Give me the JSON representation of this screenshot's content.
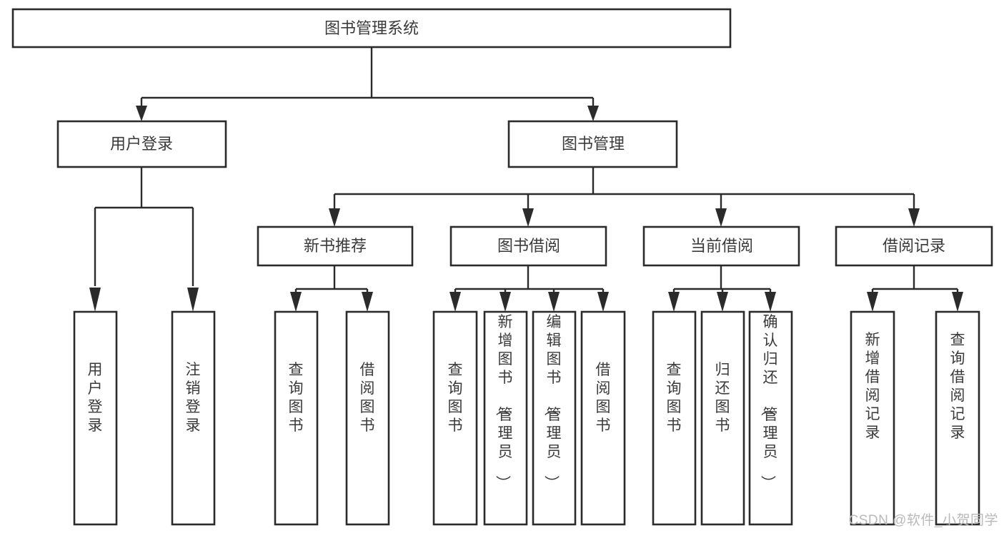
{
  "diagram": {
    "title": "图书管理系统",
    "type": "tree-hierarchy",
    "levels": 4,
    "root": {
      "id": "root",
      "label": "图书管理系统",
      "orientation": "horizontal"
    },
    "level2": [
      {
        "id": "user-login",
        "label": "用户登录",
        "orientation": "horizontal"
      },
      {
        "id": "book-manage",
        "label": "图书管理",
        "orientation": "horizontal"
      }
    ],
    "level3": [
      {
        "id": "new-book-recommend",
        "label": "新书推荐",
        "orientation": "horizontal",
        "parent": "book-manage"
      },
      {
        "id": "book-borrow",
        "label": "图书借阅",
        "orientation": "horizontal",
        "parent": "book-manage"
      },
      {
        "id": "current-borrow",
        "label": "当前借阅",
        "orientation": "horizontal",
        "parent": "book-manage"
      },
      {
        "id": "borrow-record",
        "label": "借阅记录",
        "orientation": "horizontal",
        "parent": "book-manage"
      }
    ],
    "leaves": [
      {
        "id": "leaf-user-login",
        "label": "用户登录",
        "orientation": "vertical",
        "parent": "user-login"
      },
      {
        "id": "leaf-logout",
        "label": "注销登录",
        "orientation": "vertical",
        "parent": "user-login"
      },
      {
        "id": "leaf-query-book-1",
        "label": "查询图书",
        "orientation": "vertical",
        "parent": "new-book-recommend"
      },
      {
        "id": "leaf-borrow-book-1",
        "label": "借阅图书",
        "orientation": "vertical",
        "parent": "new-book-recommend"
      },
      {
        "id": "leaf-query-book-2",
        "label": "查询图书",
        "orientation": "vertical",
        "parent": "book-borrow"
      },
      {
        "id": "leaf-add-book",
        "label": "新增图书（管理员）",
        "orientation": "vertical",
        "parent": "book-borrow"
      },
      {
        "id": "leaf-edit-book",
        "label": "编辑图书（管理员）",
        "orientation": "vertical",
        "parent": "book-borrow"
      },
      {
        "id": "leaf-borrow-book-2",
        "label": "借阅图书",
        "orientation": "vertical",
        "parent": "book-borrow"
      },
      {
        "id": "leaf-query-book-3",
        "label": "查询图书",
        "orientation": "vertical",
        "parent": "current-borrow"
      },
      {
        "id": "leaf-return-book",
        "label": "归还图书",
        "orientation": "vertical",
        "parent": "current-borrow"
      },
      {
        "id": "leaf-confirm-return",
        "label": "确认归还（管理员）",
        "orientation": "vertical",
        "parent": "current-borrow"
      },
      {
        "id": "leaf-add-record",
        "label": "新增借阅记录",
        "orientation": "vertical",
        "parent": "borrow-record"
      },
      {
        "id": "leaf-query-record",
        "label": "查询借阅记录",
        "orientation": "vertical",
        "parent": "borrow-record"
      }
    ],
    "colors": {
      "box_fill": "#ffffff",
      "box_stroke": "#2b2b2b",
      "text": "#3a3a3a",
      "connector": "#2b2b2b",
      "background": "#ffffff",
      "watermark": "#b9b9b9"
    }
  },
  "watermark": {
    "text": "CSDN @软件_小贺同学"
  }
}
